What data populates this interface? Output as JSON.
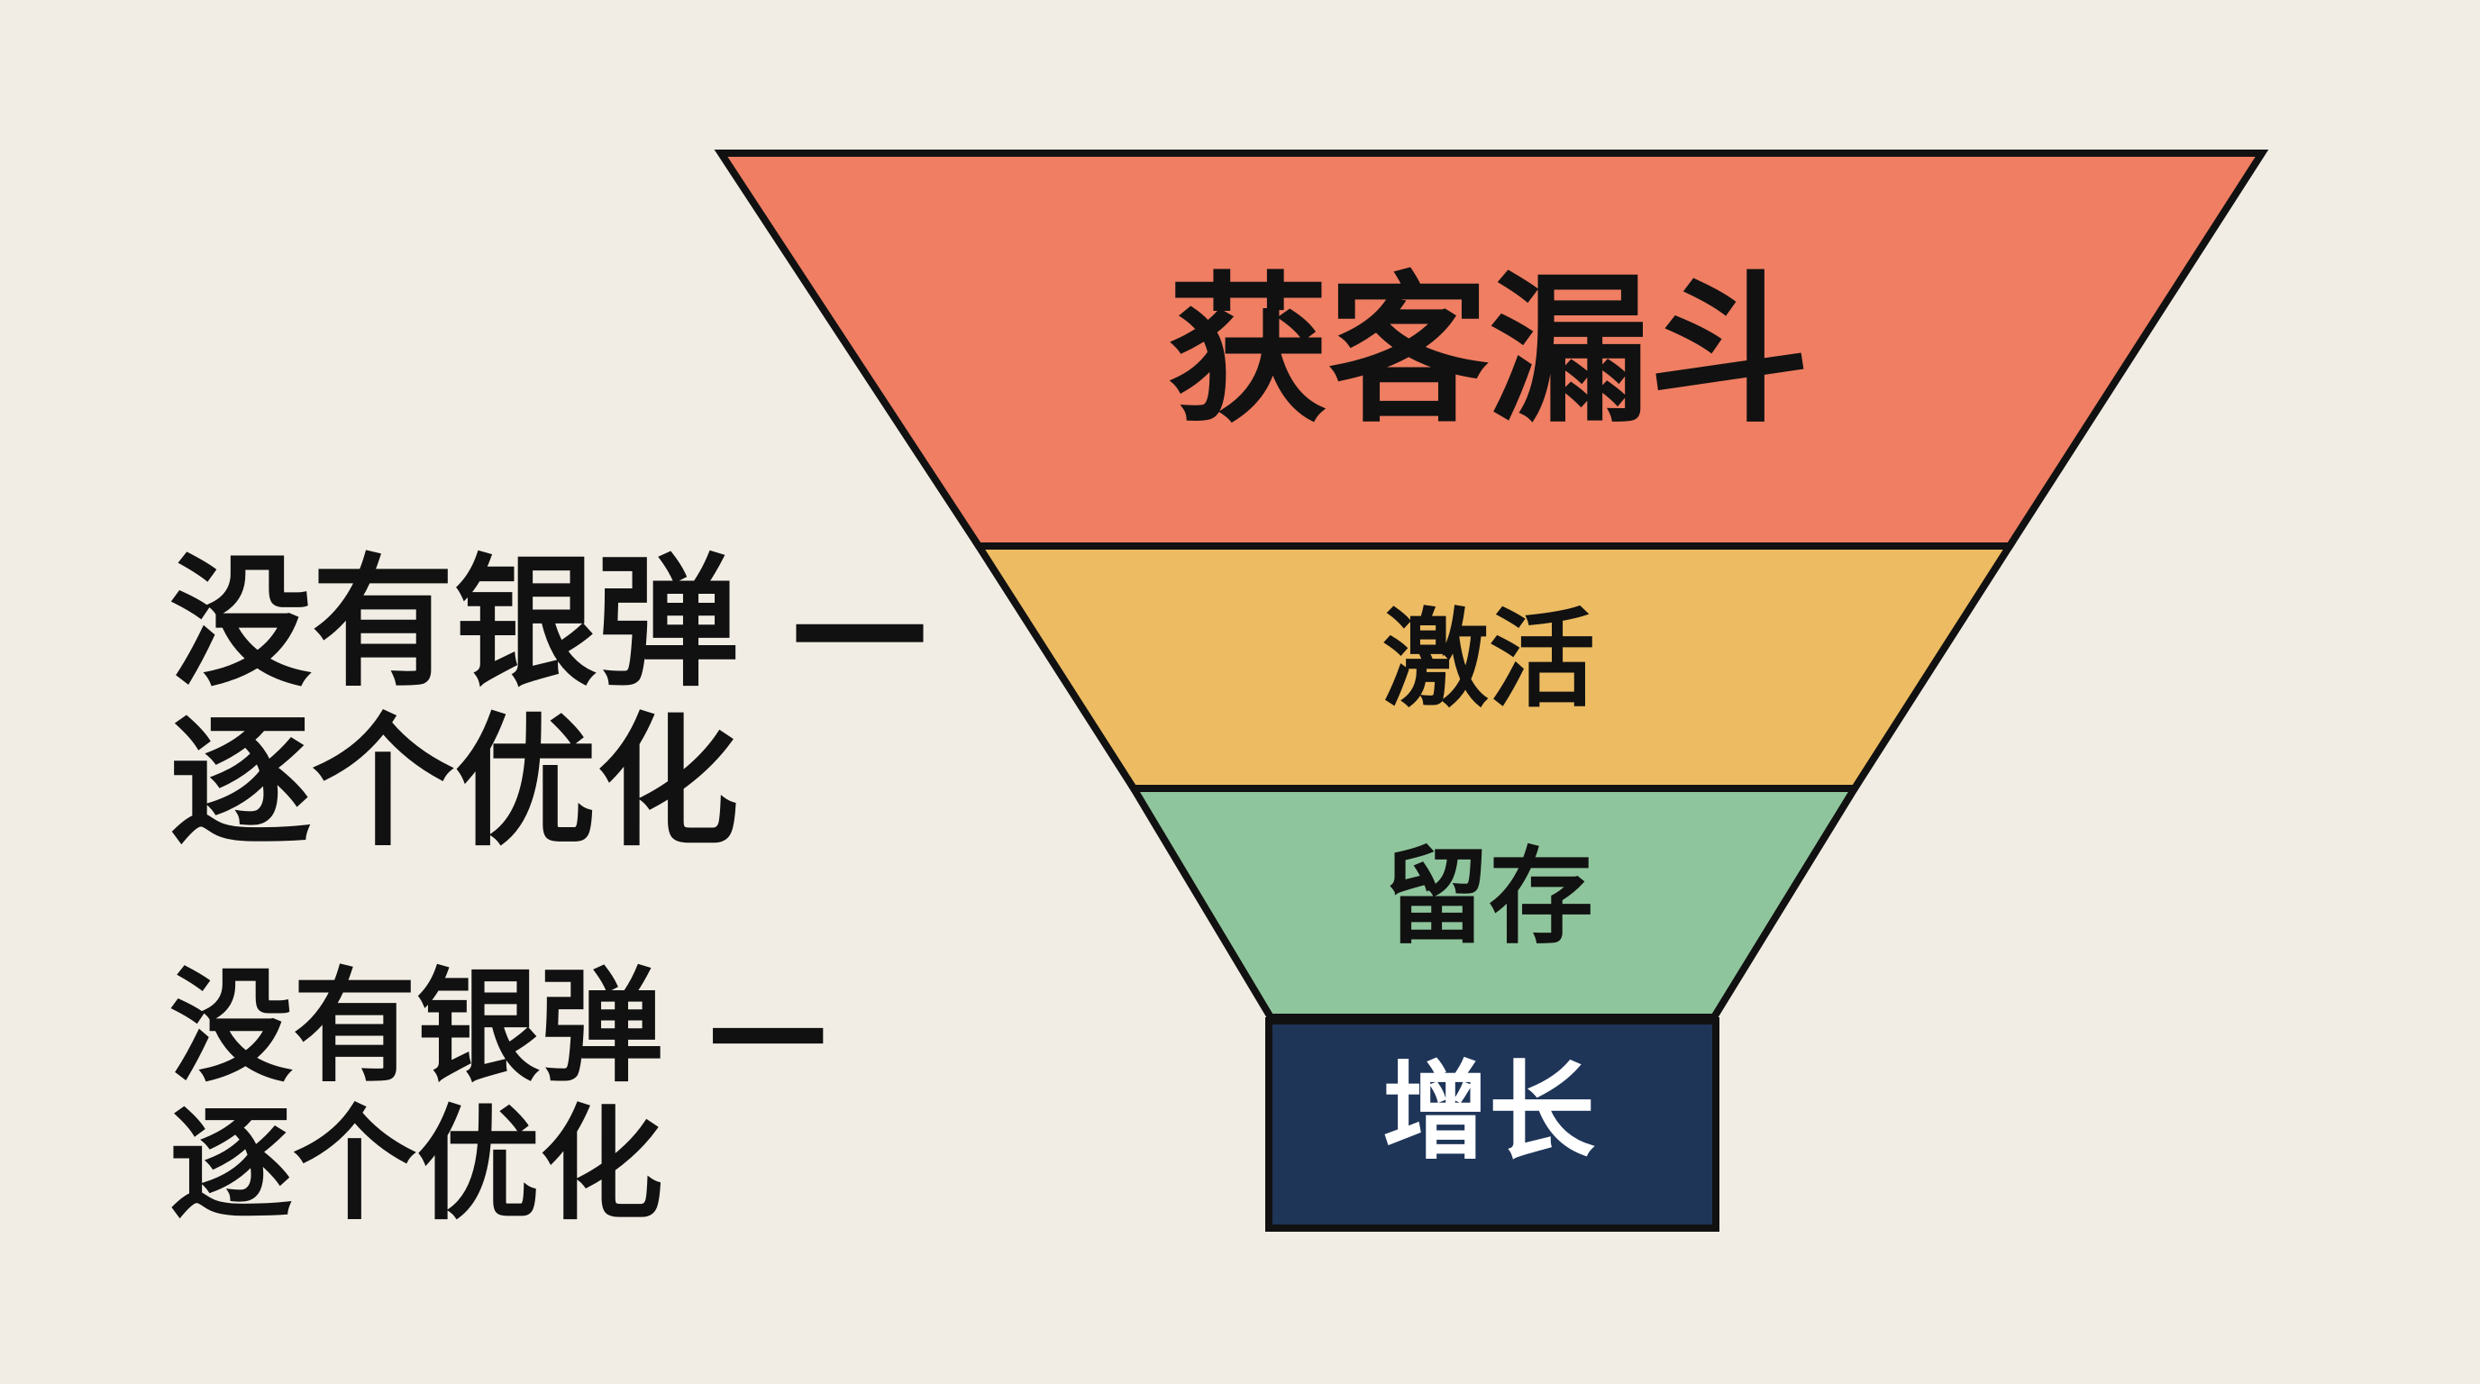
{
  "diagram": {
    "type": "funnel",
    "colors": {
      "background": "#f1ede4",
      "outline": "#111111",
      "acquisition": "#ef7e62",
      "activation": "#ecbb62",
      "retention": "#8fc59c",
      "growth": "#1e3558",
      "text_dark": "#111111",
      "text_light": "#ffffff"
    },
    "stages": [
      {
        "label": "获客漏斗",
        "color": "#ef7e62",
        "text_color": "#111111"
      },
      {
        "label": "激活",
        "color": "#ecbb62",
        "text_color": "#111111"
      },
      {
        "label": "留存",
        "color": "#8fc59c",
        "text_color": "#111111"
      },
      {
        "label": "增长",
        "color": "#1e3558",
        "text_color": "#ffffff"
      }
    ]
  },
  "side_text": {
    "primary": {
      "line1": "没有银弹 —",
      "line2": "逐个优化"
    },
    "secondary": {
      "line1": "没有银弹 —",
      "line2": "逐个优化"
    }
  }
}
